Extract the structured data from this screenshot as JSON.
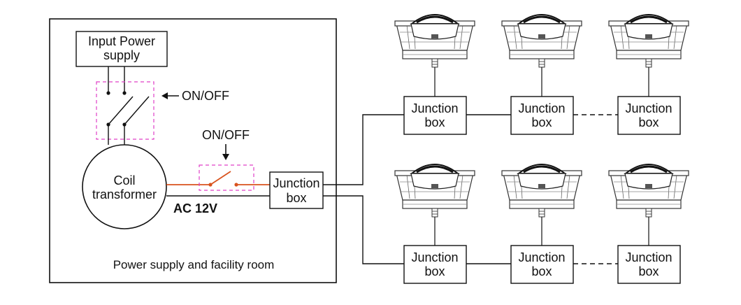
{
  "facility_room": {
    "caption": "Power supply and facility room",
    "input_power": {
      "line1": "Input Power",
      "line2": "supply"
    },
    "switch1_label": "ON/OFF",
    "switch2_label": "ON/OFF",
    "transformer": {
      "line1": "Coil",
      "line2": "transformer"
    },
    "voltage_label": "AC 12V",
    "main_junction": {
      "line1": "Junction",
      "line2": "box"
    }
  },
  "junction_boxes": {
    "top": [
      {
        "line1": "Junction",
        "line2": "box"
      },
      {
        "line1": "Junction",
        "line2": "box"
      },
      {
        "line1": "Junction",
        "line2": "box"
      }
    ],
    "bottom": [
      {
        "line1": "Junction",
        "line2": "box"
      },
      {
        "line1": "Junction",
        "line2": "box"
      },
      {
        "line1": "Junction",
        "line2": "box"
      }
    ]
  },
  "lights": {
    "top": [
      "pool-light",
      "pool-light",
      "pool-light"
    ],
    "bottom": [
      "pool-light",
      "pool-light",
      "pool-light"
    ]
  },
  "colors": {
    "wire_live": "#d9531e",
    "switch_dashed": "#e040c8",
    "line": "#111111"
  }
}
